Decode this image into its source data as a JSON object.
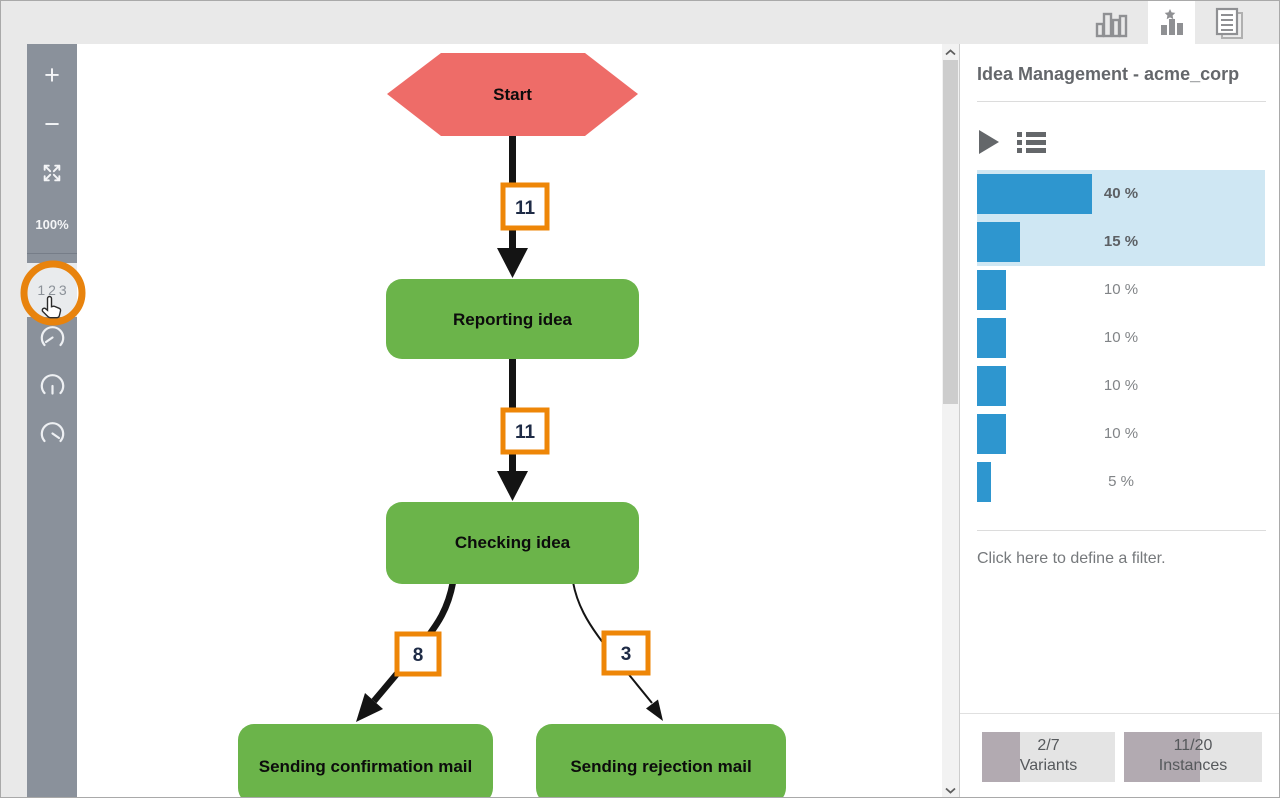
{
  "topbar": {
    "tabs": [
      {
        "icon": "bar-chart-outline-icon",
        "active": false
      },
      {
        "icon": "variants-star-icon",
        "active": true
      },
      {
        "icon": "report-pages-icon",
        "active": false
      }
    ]
  },
  "toolbar": {
    "zoom_in_label": "+",
    "zoom_out_label": "−",
    "zoom_level": "100%",
    "counts_label": "123"
  },
  "annotation": {
    "type": "orange-circle-highlight-with-cursor",
    "target": "counts-button",
    "color": "#e8830d"
  },
  "flowchart": {
    "nodes": [
      {
        "id": "start",
        "label": "Start",
        "type": "start",
        "color": "#ee6c68"
      },
      {
        "id": "reporting",
        "label": "Reporting idea",
        "type": "activity",
        "color": "#6bb44a"
      },
      {
        "id": "checking",
        "label": "Checking idea",
        "type": "activity",
        "color": "#6bb44a"
      },
      {
        "id": "confirm",
        "label": "Sending confirmation mail",
        "type": "activity",
        "color": "#6bb44a"
      },
      {
        "id": "reject",
        "label": "Sending rejection mail",
        "type": "activity",
        "color": "#6bb44a"
      }
    ],
    "edges": [
      {
        "from": "start",
        "to": "reporting",
        "count": "11"
      },
      {
        "from": "reporting",
        "to": "checking",
        "count": "11"
      },
      {
        "from": "checking",
        "to": "confirm",
        "count": "8"
      },
      {
        "from": "checking",
        "to": "reject",
        "count": "3"
      }
    ],
    "edge_badge_border_color": "#ee8607"
  },
  "panel": {
    "title": "Idea Management - acme_corp",
    "bar_color": "#2e96cf",
    "selected_row_bg": "#cfe7f3",
    "variants": [
      {
        "percent": 40,
        "label": "40 %",
        "selected": true
      },
      {
        "percent": 15,
        "label": "15 %",
        "selected": true
      },
      {
        "percent": 10,
        "label": "10 %",
        "selected": false
      },
      {
        "percent": 10,
        "label": "10 %",
        "selected": false
      },
      {
        "percent": 10,
        "label": "10 %",
        "selected": false
      },
      {
        "percent": 10,
        "label": "10 %",
        "selected": false
      },
      {
        "percent": 5,
        "label": "5 %",
        "selected": false
      }
    ],
    "filter_hint": "Click here to define a filter.",
    "stats": [
      {
        "value": "2/7",
        "label": "Variants",
        "fraction": 0.2857
      },
      {
        "value": "11/20",
        "label": "Instances",
        "fraction": 0.55
      }
    ]
  }
}
